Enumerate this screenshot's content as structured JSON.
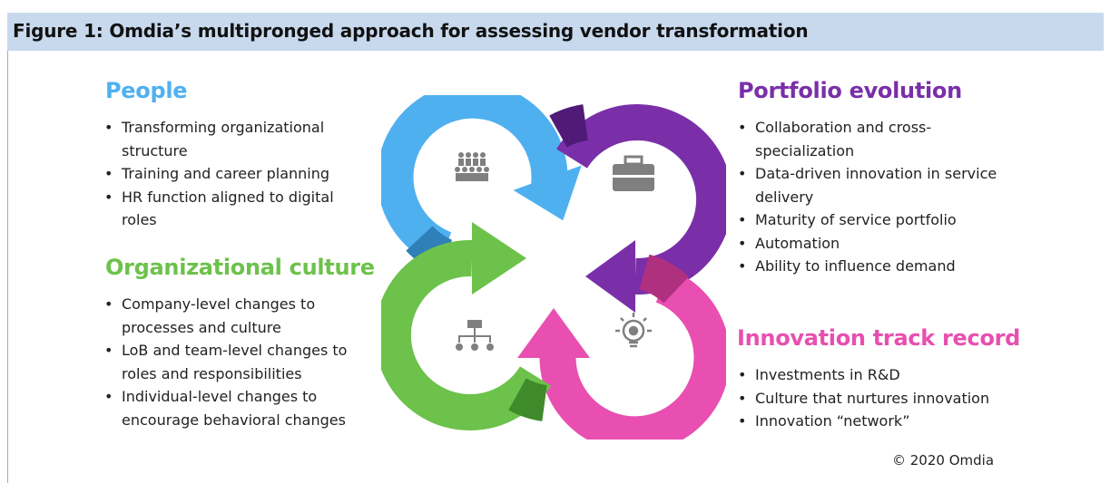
{
  "header": {
    "title": "Figure 1: Omdia’s multipronged approach for assessing vendor transformation"
  },
  "colors": {
    "header_bg": "#c8d9ee",
    "people": "#4fb0f0",
    "culture": "#6cc24a",
    "portfolio": "#7a2fa8",
    "innovation": "#e84fb0"
  },
  "sections": {
    "people": {
      "title": "People",
      "items": [
        "Transforming organizational structure",
        "Training and career planning",
        "HR function aligned to digital roles"
      ]
    },
    "culture": {
      "title": "Organizational culture",
      "items": [
        "Company-level changes to processes and culture",
        "LoB and team-level changes to roles and responsibilities",
        "Individual-level changes to encourage behavioral changes"
      ]
    },
    "portfolio": {
      "title": "Portfolio evolution",
      "items": [
        "Collaboration and cross-specialization",
        "Data-driven innovation in service delivery",
        "Maturity of service portfolio",
        "Automation",
        "Ability to influence demand"
      ]
    },
    "innovation": {
      "title": "Innovation track record",
      "items": [
        "Investments in R&D",
        "Culture that nurtures innovation",
        "Innovation “network”"
      ]
    }
  },
  "diagram": {
    "icons": [
      "people-group-icon",
      "briefcase-icon",
      "org-chart-icon",
      "lightbulb-gear-icon"
    ]
  },
  "footer": {
    "copyright": "© 2020 Omdia"
  }
}
